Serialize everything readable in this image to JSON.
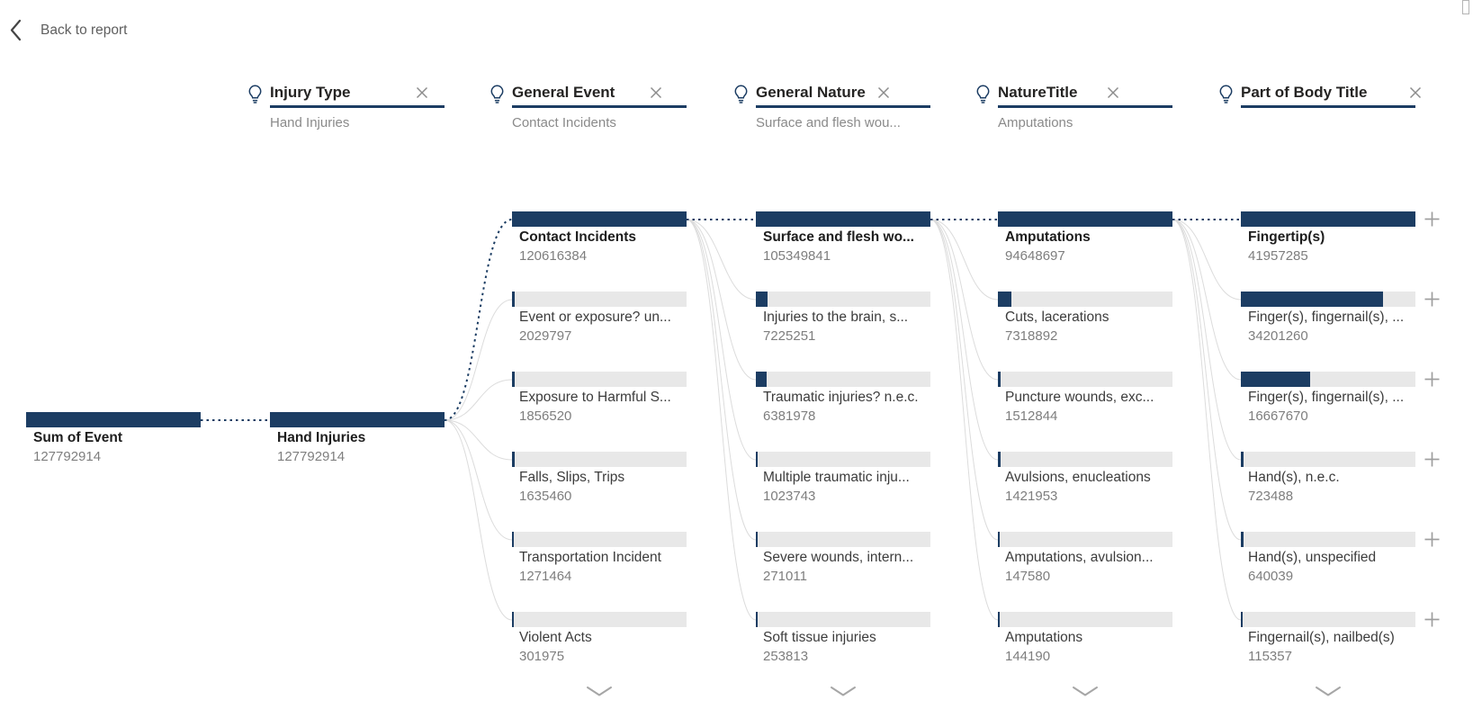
{
  "back": {
    "label": "Back to report"
  },
  "colors": {
    "bar_navy": "#1C3D63",
    "bar_track": "#E8E8E8",
    "underline_navy": "#1C3D63",
    "connector_gray": "#DCDCDC",
    "icon_gray": "#9E9E9E",
    "label_dark": "#252423",
    "value_gray": "#7E7E7E"
  },
  "headers": [
    {
      "field": "Injury Type",
      "selected_value": "Hand Injuries"
    },
    {
      "field": "General Event",
      "selected_value": "Contact Incidents"
    },
    {
      "field": "General Nature",
      "selected_value": "Surface and flesh wou..."
    },
    {
      "field": "NatureTitle",
      "selected_value": "Amputations"
    },
    {
      "field": "Part of Body Title",
      "selected_value": ""
    }
  ],
  "tree": {
    "root": {
      "label": "Sum of Event",
      "value": 127792914
    },
    "levels": [
      {
        "name": "Injury Type",
        "nodes": [
          {
            "label": "Hand Injuries",
            "value": 127792914,
            "selected": true
          }
        ]
      },
      {
        "name": "General Event",
        "nodes": [
          {
            "label": "Contact Incidents",
            "value": 120616384,
            "selected": true
          },
          {
            "label": "Event or exposure? un...",
            "value": 2029797
          },
          {
            "label": "Exposure to Harmful S...",
            "value": 1856520
          },
          {
            "label": "Falls, Slips, Trips",
            "value": 1635460
          },
          {
            "label": "Transportation Incident",
            "value": 1271464
          },
          {
            "label": "Violent Acts",
            "value": 301975
          }
        ]
      },
      {
        "name": "General Nature",
        "nodes": [
          {
            "label": "Surface and flesh wo...",
            "value": 105349841,
            "selected": true
          },
          {
            "label": "Injuries to the brain, s...",
            "value": 7225251
          },
          {
            "label": "Traumatic injuries? n.e.c.",
            "value": 6381978
          },
          {
            "label": "Multiple traumatic inju...",
            "value": 1023743
          },
          {
            "label": "Severe wounds, intern...",
            "value": 271011
          },
          {
            "label": "Soft tissue injuries",
            "value": 253813
          }
        ]
      },
      {
        "name": "NatureTitle",
        "nodes": [
          {
            "label": "Amputations",
            "value": 94648697,
            "selected": true
          },
          {
            "label": "Cuts, lacerations",
            "value": 7318892
          },
          {
            "label": "Puncture wounds, exc...",
            "value": 1512844
          },
          {
            "label": "Avulsions, enucleations",
            "value": 1421953
          },
          {
            "label": "Amputations, avulsion...",
            "value": 147580
          },
          {
            "label": "Amputations",
            "value": 144190
          }
        ]
      },
      {
        "name": "Part of Body Title",
        "expandable": true,
        "nodes": [
          {
            "label": "Fingertip(s)",
            "value": 41957285,
            "selected": true
          },
          {
            "label": "Finger(s), fingernail(s), ...",
            "value": 34201260
          },
          {
            "label": "Finger(s), fingernail(s), ...",
            "value": 16667670
          },
          {
            "label": "Hand(s), n.e.c.",
            "value": 723488
          },
          {
            "label": "Hand(s), unspecified",
            "value": 640039
          },
          {
            "label": "Fingernail(s), nailbed(s)",
            "value": 115357
          }
        ]
      }
    ]
  }
}
